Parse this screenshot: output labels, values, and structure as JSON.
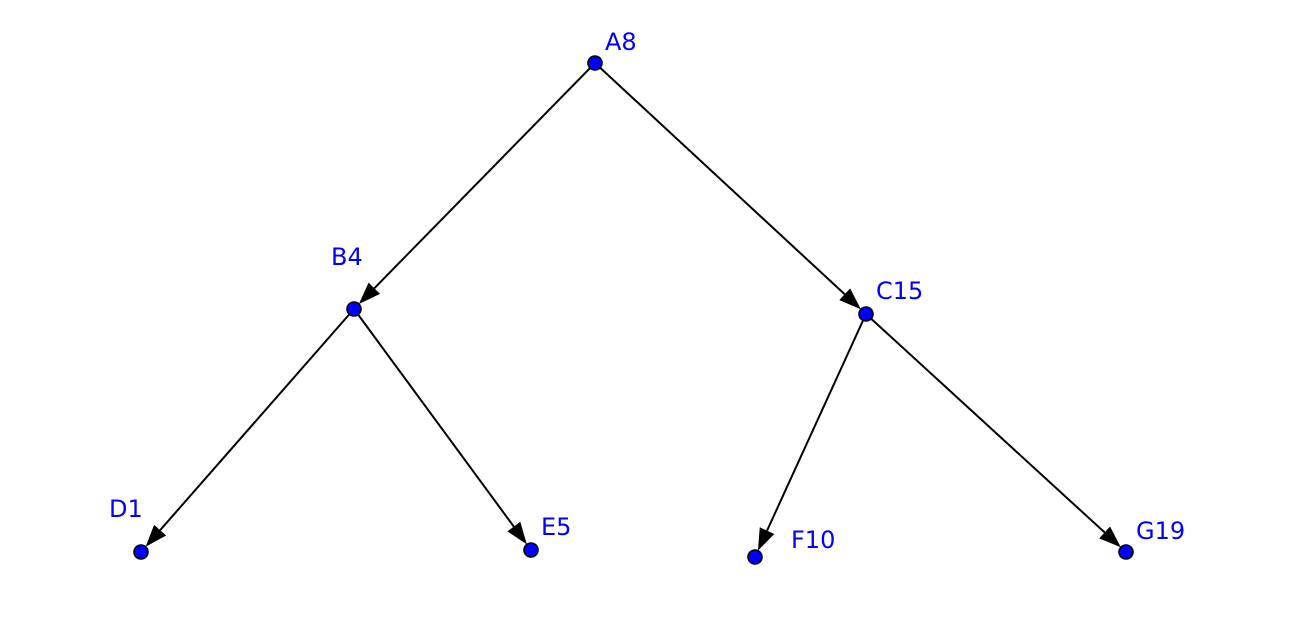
{
  "diagram": {
    "type": "directed-tree",
    "colors": {
      "node_fill": "#0000ff",
      "node_stroke": "#000000",
      "label": "#0000ff",
      "edge": "#000000",
      "background": "#ffffff"
    },
    "nodes": [
      {
        "id": "A8",
        "label": "A8"
      },
      {
        "id": "B4",
        "label": "B4"
      },
      {
        "id": "C15",
        "label": "C15"
      },
      {
        "id": "D1",
        "label": "D1"
      },
      {
        "id": "E5",
        "label": "E5"
      },
      {
        "id": "F10",
        "label": "F10"
      },
      {
        "id": "G19",
        "label": "G19"
      }
    ],
    "edges": [
      {
        "from": "A8",
        "to": "B4"
      },
      {
        "from": "A8",
        "to": "C15"
      },
      {
        "from": "B4",
        "to": "D1"
      },
      {
        "from": "B4",
        "to": "E5"
      },
      {
        "from": "C15",
        "to": "F10"
      },
      {
        "from": "C15",
        "to": "G19"
      }
    ]
  }
}
